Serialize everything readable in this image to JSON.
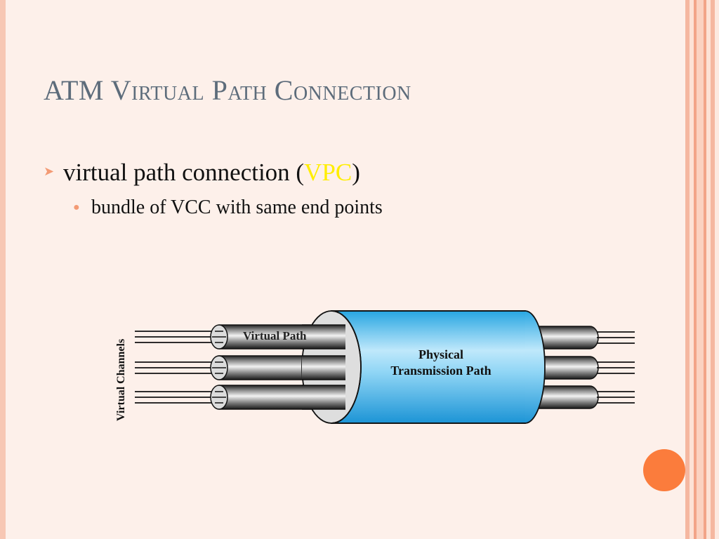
{
  "slide": {
    "title": "ATM Virtual Path Connection",
    "bullets": {
      "level1_prefix": "virtual path connection (",
      "level1_highlight": "VPC",
      "level1_suffix": ")",
      "level2": "bundle of VCC with same end points"
    }
  },
  "diagram": {
    "label_virtual_channels": "Virtual Channels",
    "label_virtual_path": "Virtual Path",
    "label_physical_line1": "Physical",
    "label_physical_line2": "Transmission Path"
  },
  "colors": {
    "background": "#fdf0ea",
    "accent_orange": "#fb7c3c",
    "bullet_accent": "#f39a74",
    "title": "#5d6c7b",
    "highlight_yellow": "#ffee00",
    "physical_path_blue": "#35b4e8"
  },
  "icons": {
    "bullet1": "arrow-bullet-icon",
    "bullet2": "dot-bullet-icon"
  }
}
